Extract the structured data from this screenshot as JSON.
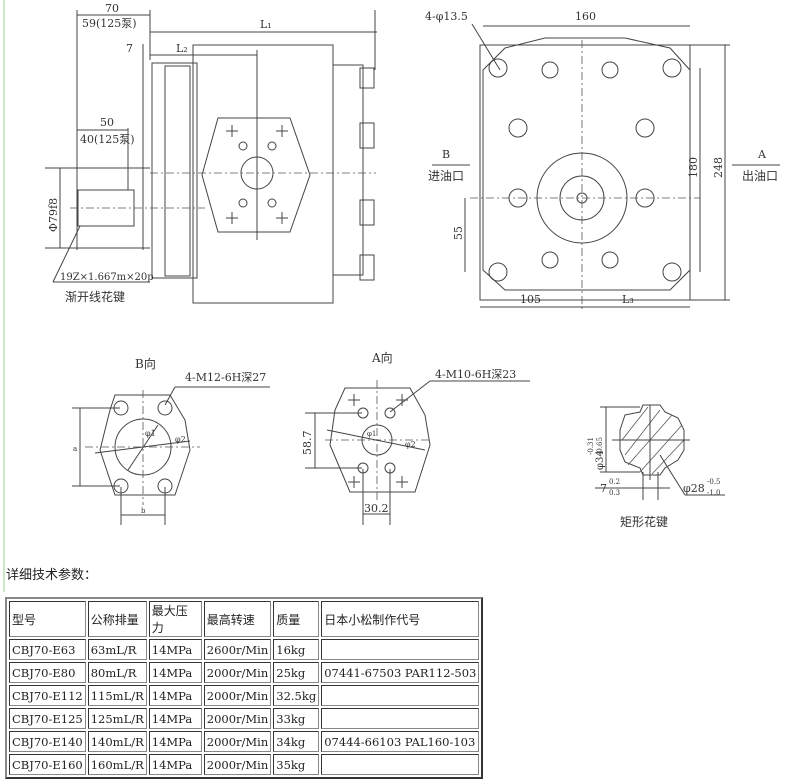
{
  "drawing": {
    "side_view": {
      "dim_70": "70",
      "dim_59": "59(125泵)",
      "dim_L1": "L₁",
      "dim_7": "7",
      "dim_L2": "L₂",
      "dim_50": "50",
      "dim_40": "40(125泵)",
      "dim_phi79": "Φ79f8",
      "spline_spec": "19Z×1.667m×20p",
      "spline_label": "渐开线花键"
    },
    "front_view": {
      "holes": "4-φ13.5",
      "dim_160": "160",
      "dim_180": "180",
      "dim_248": "248",
      "dim_55": "55",
      "dim_105": "105",
      "dim_L3": "L₃",
      "port_b": "B",
      "port_b_label": "进油口",
      "port_a": "A",
      "port_a_label": "出油口"
    },
    "b_view": {
      "title": "B向",
      "thread": "4-M12-6H深27",
      "d1": "φ1",
      "d2": "φ2",
      "dim_a": "a",
      "dim_b": "b"
    },
    "a_view": {
      "title": "A向",
      "thread": "4-M10-6H深23",
      "d1": "φ1",
      "d2": "φ2",
      "dim_58": "58.7",
      "dim_30": "30.2"
    },
    "spline_view": {
      "phi34": "φ34",
      "phi34_tol_up": "-0.31",
      "phi34_tol_lo": "-0.65",
      "w7": "7",
      "w7_up": "0.2",
      "w7_lo": "0.3",
      "phi28": "φ28",
      "phi28_up": "-0.5",
      "phi28_lo": "-1.0",
      "label": "矩形花键"
    }
  },
  "heading": "详细技术参数：",
  "table": {
    "headers": [
      "型号",
      "公称排量",
      "最大压力",
      "最高转速",
      "质量",
      "日本小松制作代号"
    ],
    "rows": [
      [
        "CBJ70-E63",
        "63mL/R",
        "14MPa",
        "2600r/Min",
        "16kg",
        ""
      ],
      [
        "CBJ70-E80",
        "80mL/R",
        "14MPa",
        "2000r/Min",
        "25kg",
        "07441-67503 PAR112-503"
      ],
      [
        "CBJ70-E112",
        "115mL/R",
        "14MPa",
        "2000r/Min",
        "32.5kg",
        ""
      ],
      [
        "CBJ70-E125",
        "125mL/R",
        "14MPa",
        "2000r/Min",
        "33kg",
        ""
      ],
      [
        "CBJ70-E140",
        "140mL/R",
        "14MPa",
        "2000r/Min",
        "34kg",
        "07444-66103 PAL160-103"
      ],
      [
        "CBJ70-E160",
        "160mL/R",
        "14MPa",
        "2000r/Min",
        "35kg",
        ""
      ]
    ]
  }
}
